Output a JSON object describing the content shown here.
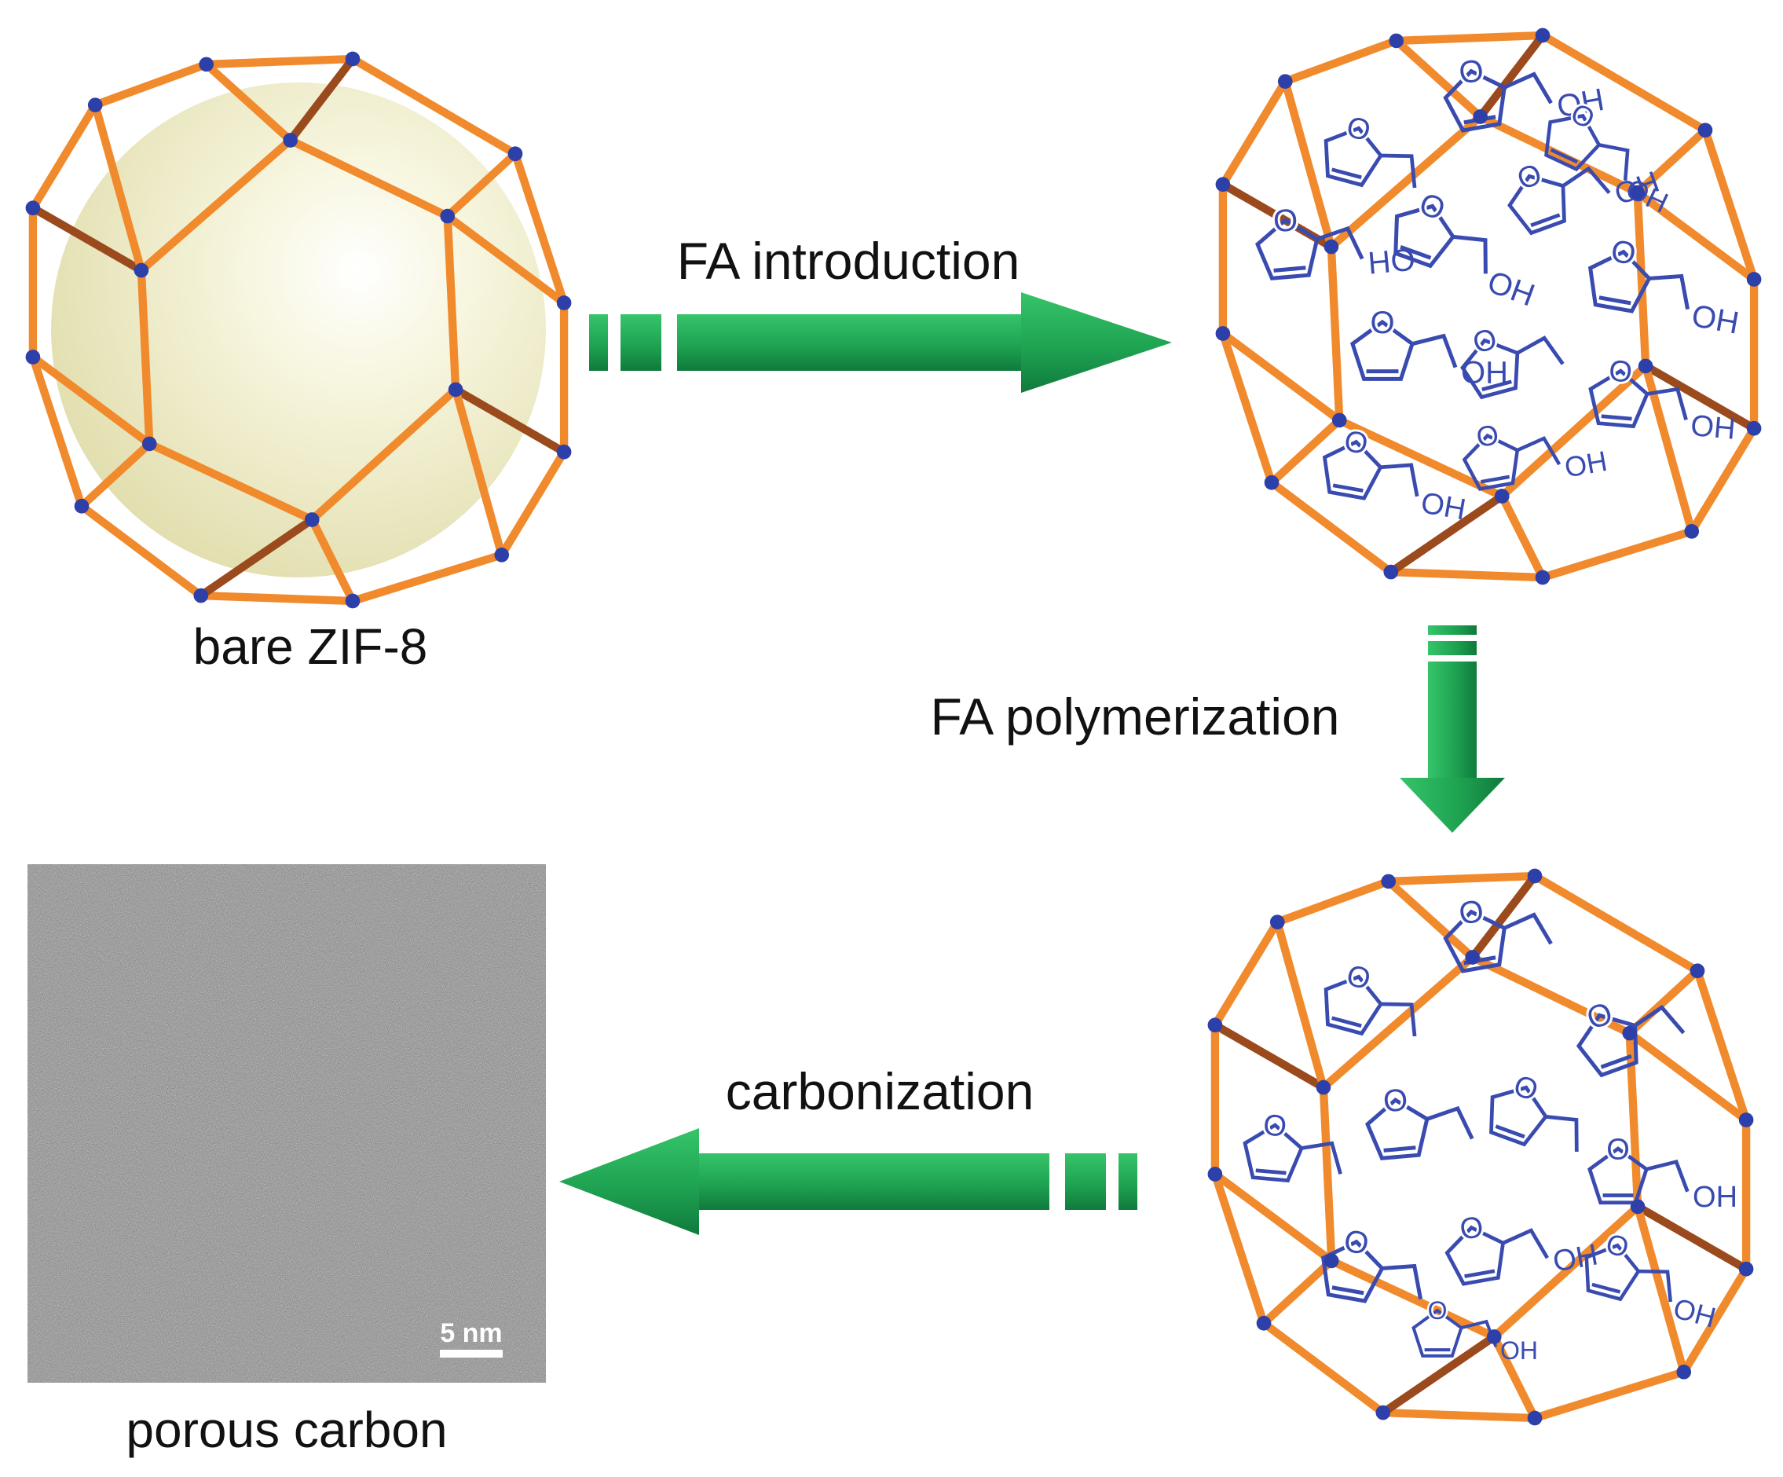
{
  "labels": {
    "bare": "bare ZIF-8",
    "intro": "FA introduction",
    "poly": "FA polymerization",
    "carb": "carbonization",
    "porous": "porous carbon",
    "scale": "5 nm"
  },
  "chem_tokens": {
    "o": "O",
    "oh": "OH",
    "ho": "HO"
  },
  "colors": {
    "frame_edge": "#f08a2c",
    "frame_dark": "#9a4a1c",
    "node": "#2d3fa8",
    "molecule": "#3a4bb0",
    "arrow_dark": "#0f7a3c",
    "arrow_light": "#36c46a",
    "sphere_light": "#f7f6df",
    "sphere_dark": "#e3e0b0",
    "tem_base": "#8a8a8a"
  }
}
